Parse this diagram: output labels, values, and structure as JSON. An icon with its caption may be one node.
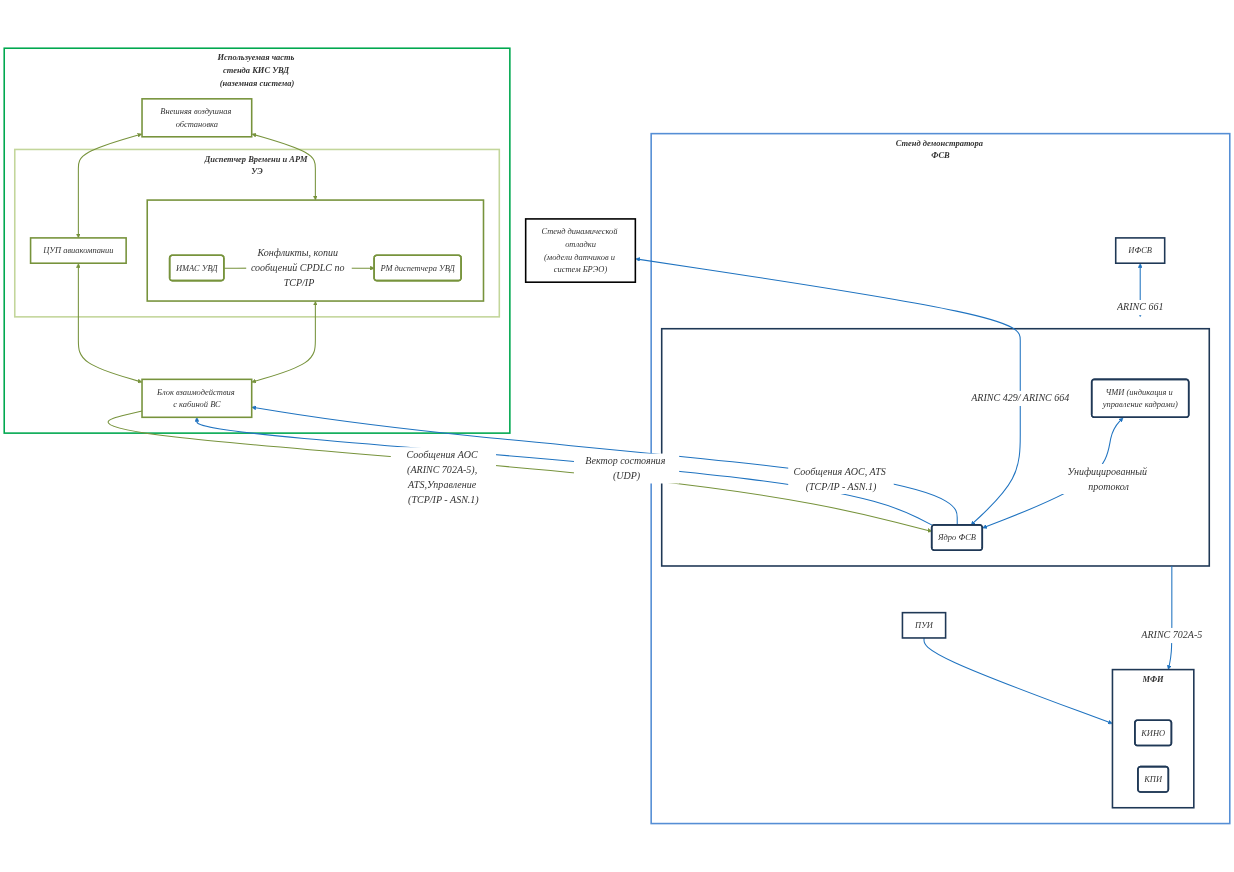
{
  "diagram": {
    "nodes": [
      {
        "text": [
          "Стенд динамической отладки",
          "(модели датчиков и систем БРЭО)"
        ]
      },
      {
        "text": [
          "Стенд демонстратора ФСВ"
        ]
      },
      {
        "text": [
          "ПУИ"
        ],
        "in": 1
      },
      {
        "text": [
          "МФИ"
        ],
        "in": 1
      },
      {
        "text": [
          "КИНО"
        ],
        "in": 3
      },
      {
        "text": [
          "КПИ"
        ],
        "in": 3
      },
      {
        "text": [
          "ИФСВ"
        ],
        "in": 1
      },
      {
        "text": [],
        "shape": "box",
        "in": 1
      },
      {
        "text": [
          "ЧМИ (индикация и управление кадрами)"
        ],
        "in": 7
      },
      {
        "text": [
          "Ядро ФСВ"
        ],
        "in": 7
      },
      {
        "text": [
          "Используемая часть стенда КИС УВД (наземная система)"
        ]
      },
      {
        "text": [
          "Внешняя воздушная обстановка"
        ],
        "in": 10
      },
      {
        "text": [
          "Диспетчер Времени и АРМ УЭ"
        ],
        "in": 10
      },
      {
        "text": [
          "ЦУП авиакомпании"
        ],
        "in": 12
      },
      {
        "text": [],
        "shape": "box",
        "in": 12
      },
      {
        "text": [
          "РМ диспетчера УВД"
        ],
        "in": 14
      },
      {
        "text": [
          "ИМАС УВД"
        ],
        "in": 14
      },
      {
        "text": [
          "Блок взаимодействия с кабиной ВС"
        ],
        "in": 10
      }
    ],
    "edges": [
      {
        "from": 2,
        "to": 3,
        "arrow": "to"
      },
      {
        "from": 7,
        "to": 3,
        "arrow": "to",
        "label": "ARINC 702A-5"
      },
      {
        "from": 0,
        "to": 9,
        "arrow": "both",
        "label": "ARINC 429/ ARINC 664"
      },
      {
        "from": 6,
        "to": 7,
        "arrow": "both",
        "label": "ARINC 661"
      },
      {
        "from": 8,
        "to": 9,
        "arrow": "both",
        "label": "Унифицированный протокол"
      },
      {
        "from": 17,
        "to": 9,
        "arrow": "to",
        "color": "#77933c",
        "label": "Сообщения AOC (ARINC 702A-5), ATS,Управление (TCP/IP - ASN.1)"
      },
      {
        "from": 9,
        "to": 17,
        "arrow": "to",
        "label": "Сообщения AOC, ATS (TCP/IP - ASN.1)"
      },
      {
        "from": 9,
        "to": 17,
        "arrow": "to",
        "label": "Вектор состояния (UDP)"
      },
      {
        "from": 11,
        "to": 13,
        "arrow": "both",
        "color": "#77933c"
      },
      {
        "from": 11,
        "to": 14,
        "arrow": "both",
        "color": "#77933c"
      },
      {
        "from": 13,
        "to": 17,
        "arrow": "both",
        "color": "#77933c"
      },
      {
        "from": 14,
        "to": 17,
        "arrow": "both",
        "color": "#77933c"
      },
      {
        "from": 16,
        "to": 15,
        "arrow": "to",
        "color": "#77933c",
        "label": "Конфликты, копии сообщений CPDLC по TCP/IP"
      }
    ]
  }
}
